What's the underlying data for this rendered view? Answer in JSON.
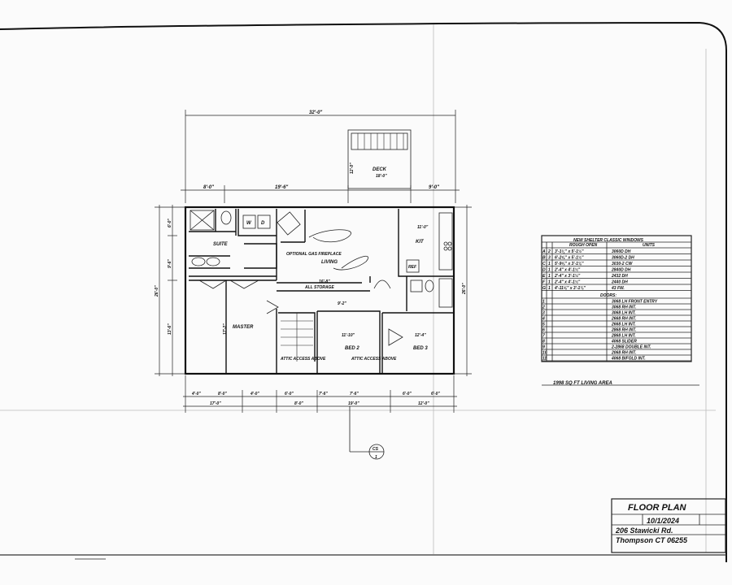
{
  "title_block": {
    "title": "FLOOR PLAN",
    "date": "10/1/2024",
    "address_line1": "206 Stawicki Rd.",
    "address_line2": "Thompson CT 06255"
  },
  "area_note": "1998 SQ FT LIVING AREA",
  "schedule": {
    "windows_header": "NEW SHELTER CLASSIC WINDOWS",
    "col_rough_open": "ROUGH OPEN",
    "col_units": "UNITS",
    "windows": [
      {
        "mark": "A",
        "qty": "2",
        "rough": "3'-1¼\" x 5'-1½\"",
        "unit": "3060D DH"
      },
      {
        "mark": "B",
        "qty": "3",
        "rough": "6'-2⅝\" x 5'-1½\"",
        "unit": "3060D-2 DH"
      },
      {
        "mark": "C",
        "qty": "1",
        "rough": "5'-9⅝\" x 3'-1⅛\"",
        "unit": "3030-2 CW"
      },
      {
        "mark": "D",
        "qty": "1",
        "rough": "2'-4\" x 4'-1½\"",
        "unit": "2840D DH"
      },
      {
        "mark": "E",
        "qty": "1",
        "rough": "2'-4\" x 3'-1½\"",
        "unit": "2432 DH"
      },
      {
        "mark": "F",
        "qty": "1",
        "rough": "2'-4\" x 4'-1½\"",
        "unit": "2440 DH"
      },
      {
        "mark": "G",
        "qty": "1",
        "rough": "4'-11⅝\" x 3'-1⅛\"",
        "unit": "43 FW."
      }
    ],
    "doors_header": "DOORS:",
    "doors": [
      {
        "mark": "1",
        "unit": "3068 LH FRONT ENTRY"
      },
      {
        "mark": "2",
        "unit": "3068 RH INT."
      },
      {
        "mark": "3",
        "unit": "3068 LH INT."
      },
      {
        "mark": "4",
        "unit": "2668 RH INT."
      },
      {
        "mark": "5",
        "unit": "2668 LH INT."
      },
      {
        "mark": "6",
        "unit": "2868 RH INT."
      },
      {
        "mark": "7",
        "unit": "2868 LH INT."
      },
      {
        "mark": "8",
        "unit": "4068 SLIDER"
      },
      {
        "mark": "9",
        "unit": "2-2868 DOUBLE INT."
      },
      {
        "mark": "10",
        "unit": "2068 RH INT."
      },
      {
        "mark": "11",
        "unit": "4068 BIFOLD INT."
      }
    ]
  },
  "plan": {
    "rooms": {
      "deck": "DECK",
      "suite": "SUITE",
      "master": "MASTER",
      "living": "LIVING",
      "kitchen": "KIT",
      "bed2": "BED 2",
      "bed3": "BED 3",
      "fireplace": "OPTIONAL GAS FIREPLACE",
      "attic1": "ATTIC ACCESS ABOVE",
      "attic2": "ATTIC ACCESS ABOVE",
      "wd_w": "W",
      "wd_d": "D",
      "refrigerator": "REF",
      "hall_storage": "ALL STORAGE"
    },
    "dims": {
      "overall_top": "32'-0\"",
      "top_left": "8'-0\"",
      "top_mid": "19'-6\"",
      "top_right": "9'-0\"",
      "deck_w": "18'-0\"",
      "deck_h": "12'-0\"",
      "hall": "16'-8\"",
      "bed_hall": "9'-2\"",
      "master_len": "17'-2\"",
      "bed2_w": "11'-10\"",
      "bed3_w": "12'-4\"",
      "kit_w": "11'-0\"",
      "overall_left": "26'-0\"",
      "left_top": "6'-0\"",
      "left_mid": "9'-6\"",
      "left_bot": "13'-6\"",
      "overall_right": "26'-0\"",
      "bot1": "4'-0\"",
      "bot2": "8'-0\"",
      "bot3": "4'-0\"",
      "bot4": "6'-0\"",
      "bot5": "7'-6\"",
      "bot6": "7'-6\"",
      "bot7": "6'-0\"",
      "bot8": "6'-0\"",
      "bot_a": "17'-0\"",
      "bot_b": "8'-0\"",
      "bot_c": "19'-0\"",
      "bot_d": "12'-0\""
    },
    "section_marker": {
      "top": "CS",
      "bottom": "1"
    }
  }
}
